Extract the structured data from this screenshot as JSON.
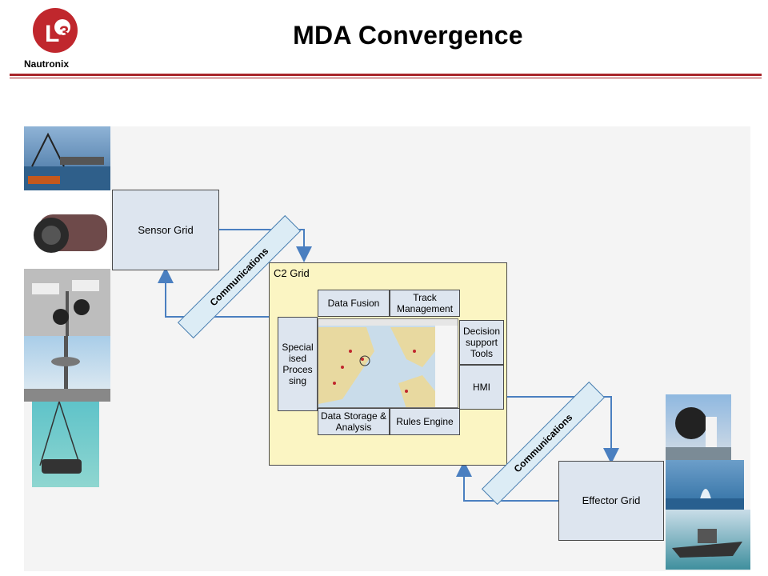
{
  "header": {
    "title": "MDA Convergence",
    "brand": "Nautronix",
    "logo_text": "L3"
  },
  "diagram": {
    "sensor_grid": "Sensor Grid",
    "effector_grid": "Effector Grid",
    "c2_grid": "C2 Grid",
    "comm_1": "Communications",
    "comm_2": "Communications",
    "modules": {
      "data_fusion": "Data Fusion",
      "track_management": "Track Management",
      "specialised_processing": "Special ised Proces sing",
      "decision_support": "Decision support Tools",
      "hmi": "HMI",
      "data_storage": "Data Storage & Analysis",
      "rules_engine": "Rules Engine"
    }
  },
  "colors": {
    "accent_red": "#a8252a",
    "box_blue": "#dde5ef",
    "c2_yellow": "#fbf5c3",
    "arrow_blue": "#4a7fc0"
  }
}
